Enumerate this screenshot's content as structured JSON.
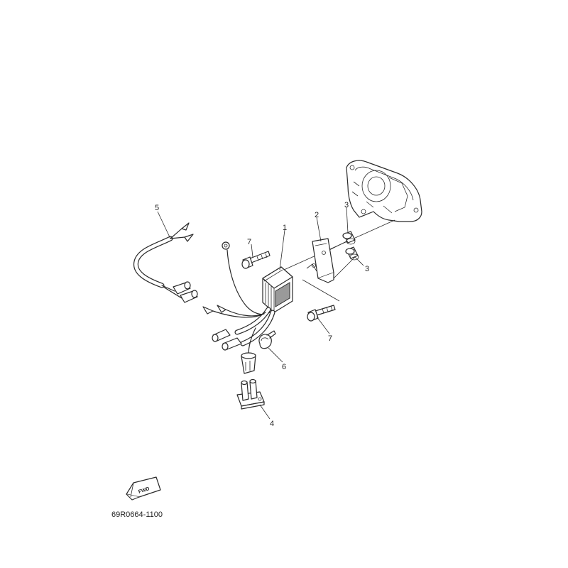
{
  "diagram": {
    "part_labels": {
      "regulator": "1",
      "bracket": "2",
      "collar_upper": "3",
      "collar_lower": "3",
      "holder": "4",
      "lead_wire": "5",
      "clamp": "6",
      "bolt_left": "7",
      "bolt_right": "7"
    },
    "direction_badge": "FWD",
    "drawing_code": "69R0664-1100"
  }
}
